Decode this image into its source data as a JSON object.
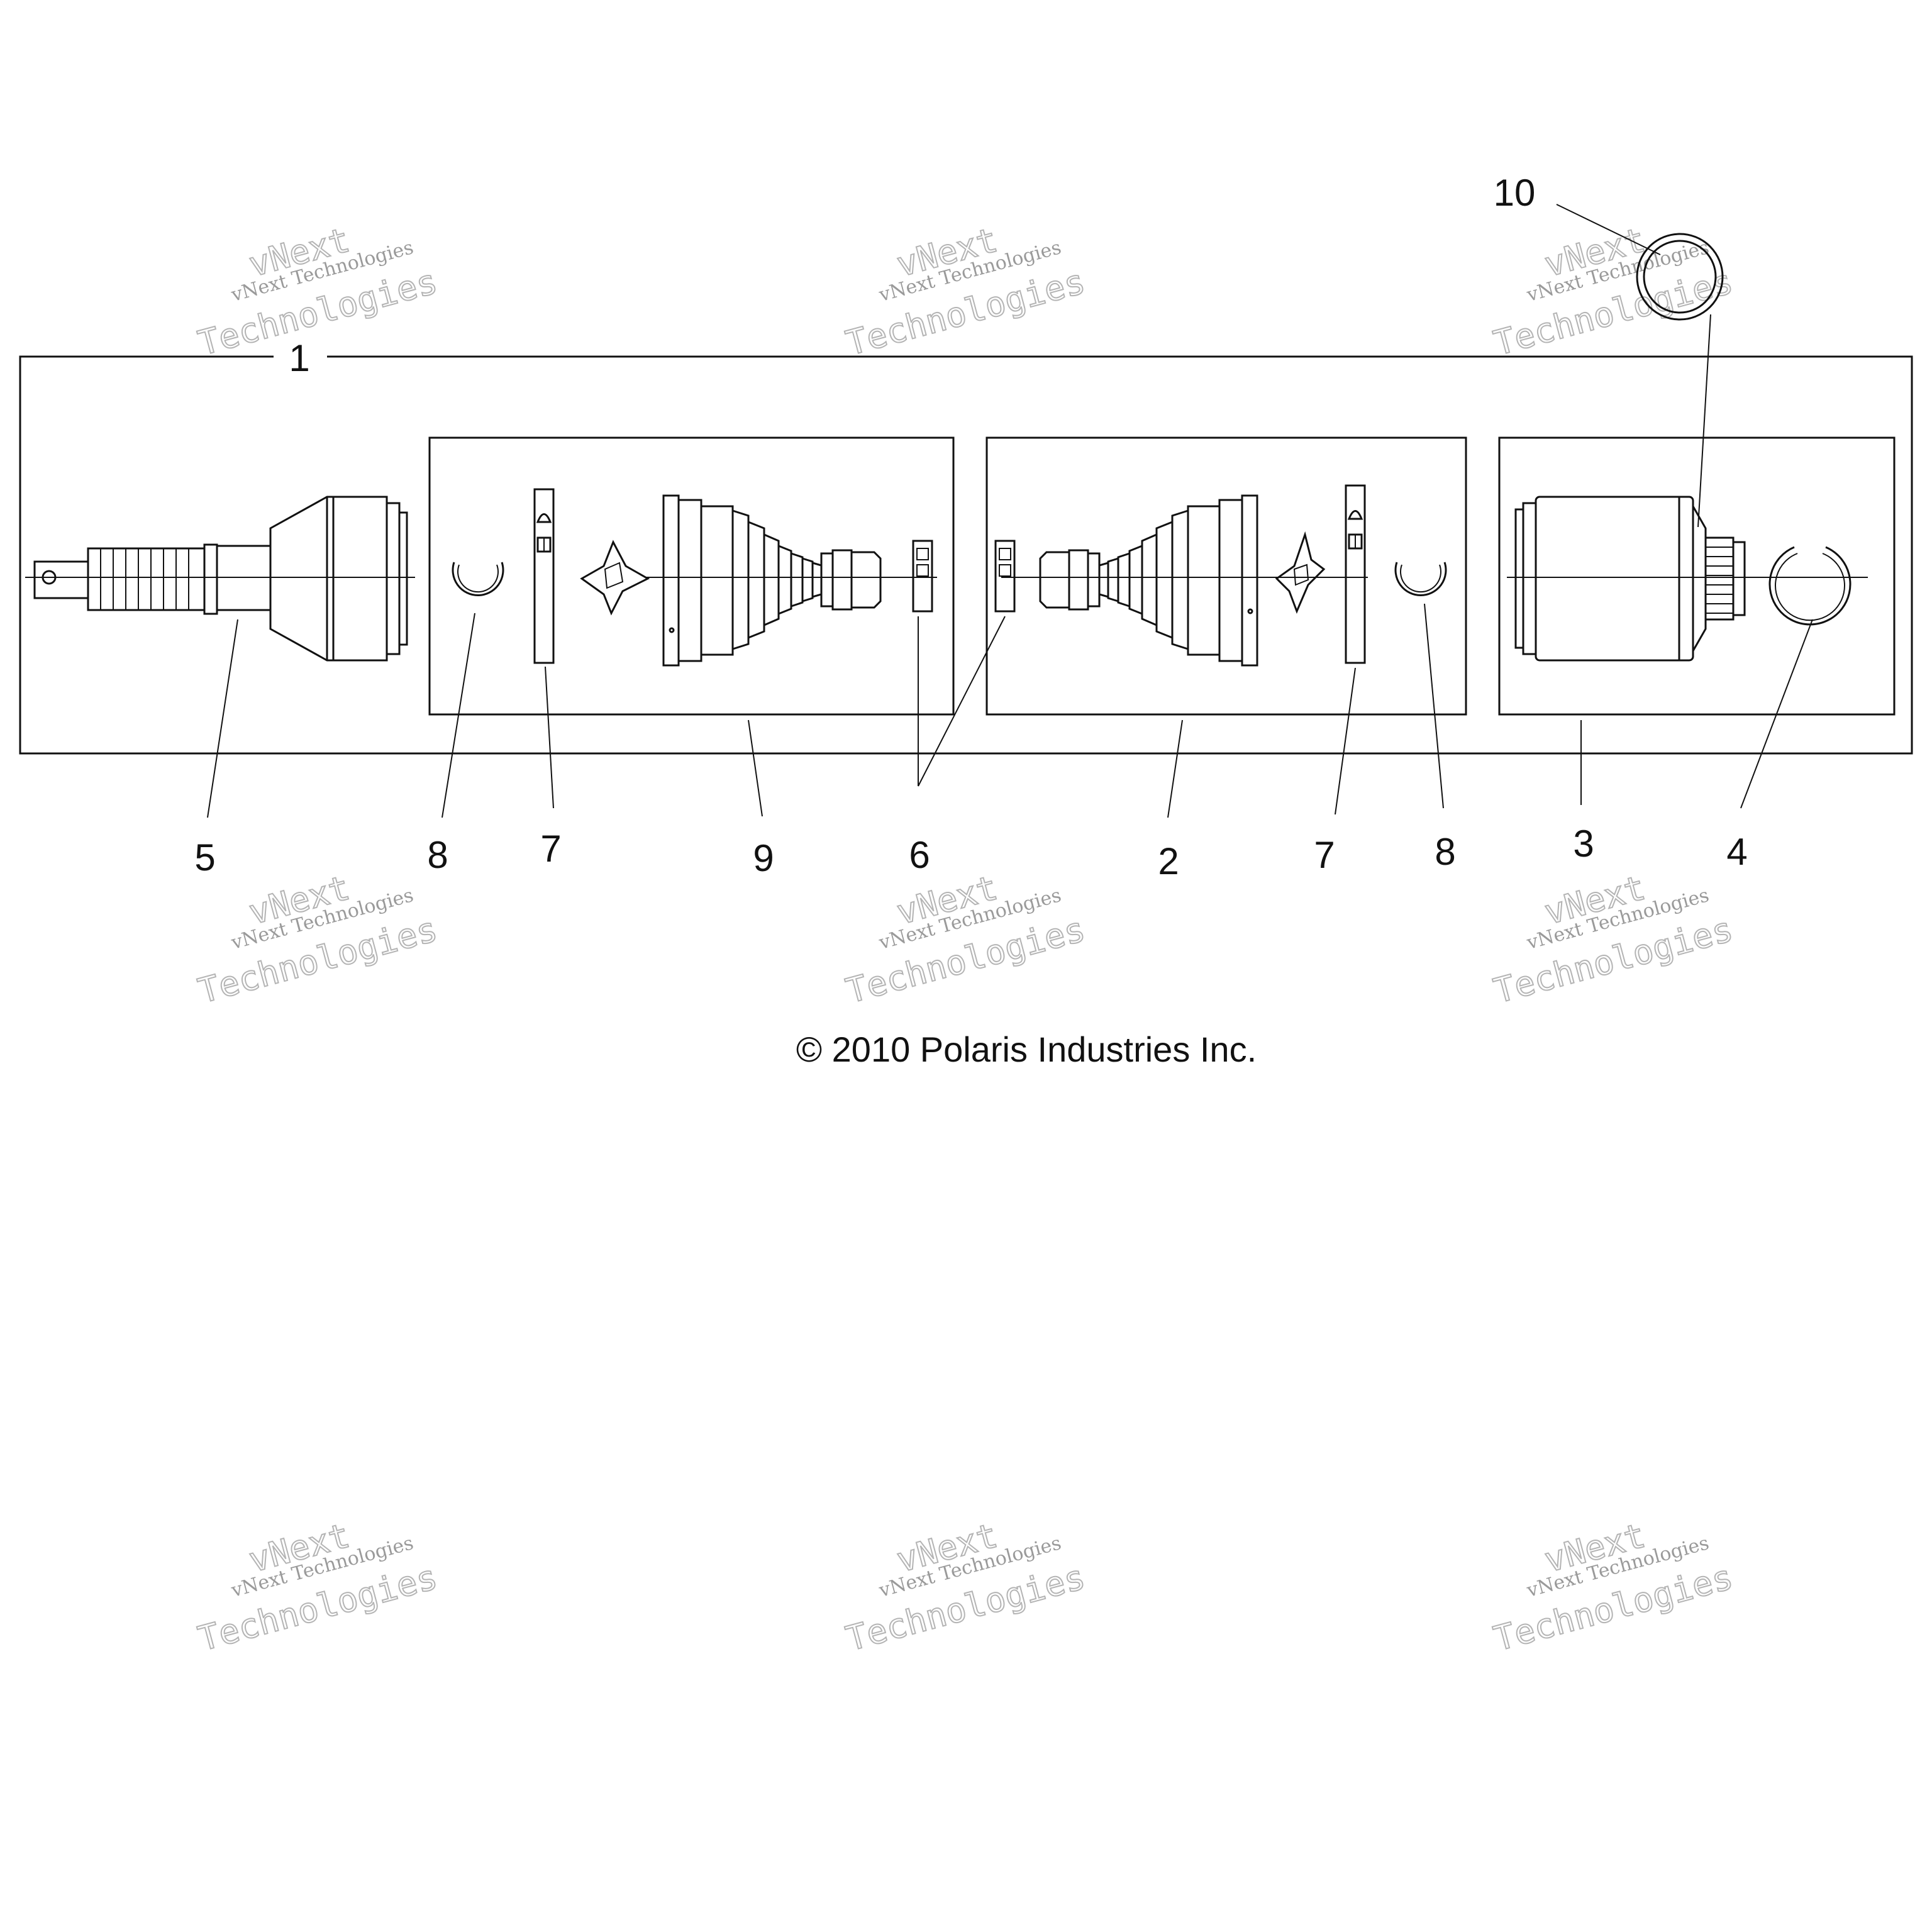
{
  "diagram": {
    "callouts": {
      "c1": "1",
      "c2": "2",
      "c3": "3",
      "c4": "4",
      "c5": "5",
      "c6": "6",
      "c7a": "7",
      "c7b": "7",
      "c8a": "8",
      "c8b": "8",
      "c9": "9",
      "c10": "10"
    },
    "copyright": "© 2010 Polaris Industries Inc.",
    "watermark": {
      "line1": "vNext Technologies",
      "line2": "vNext",
      "line3": "Technologies"
    }
  },
  "colors": {
    "line": "#111111",
    "watermark": "#a0a0a0",
    "background": "#ffffff"
  }
}
